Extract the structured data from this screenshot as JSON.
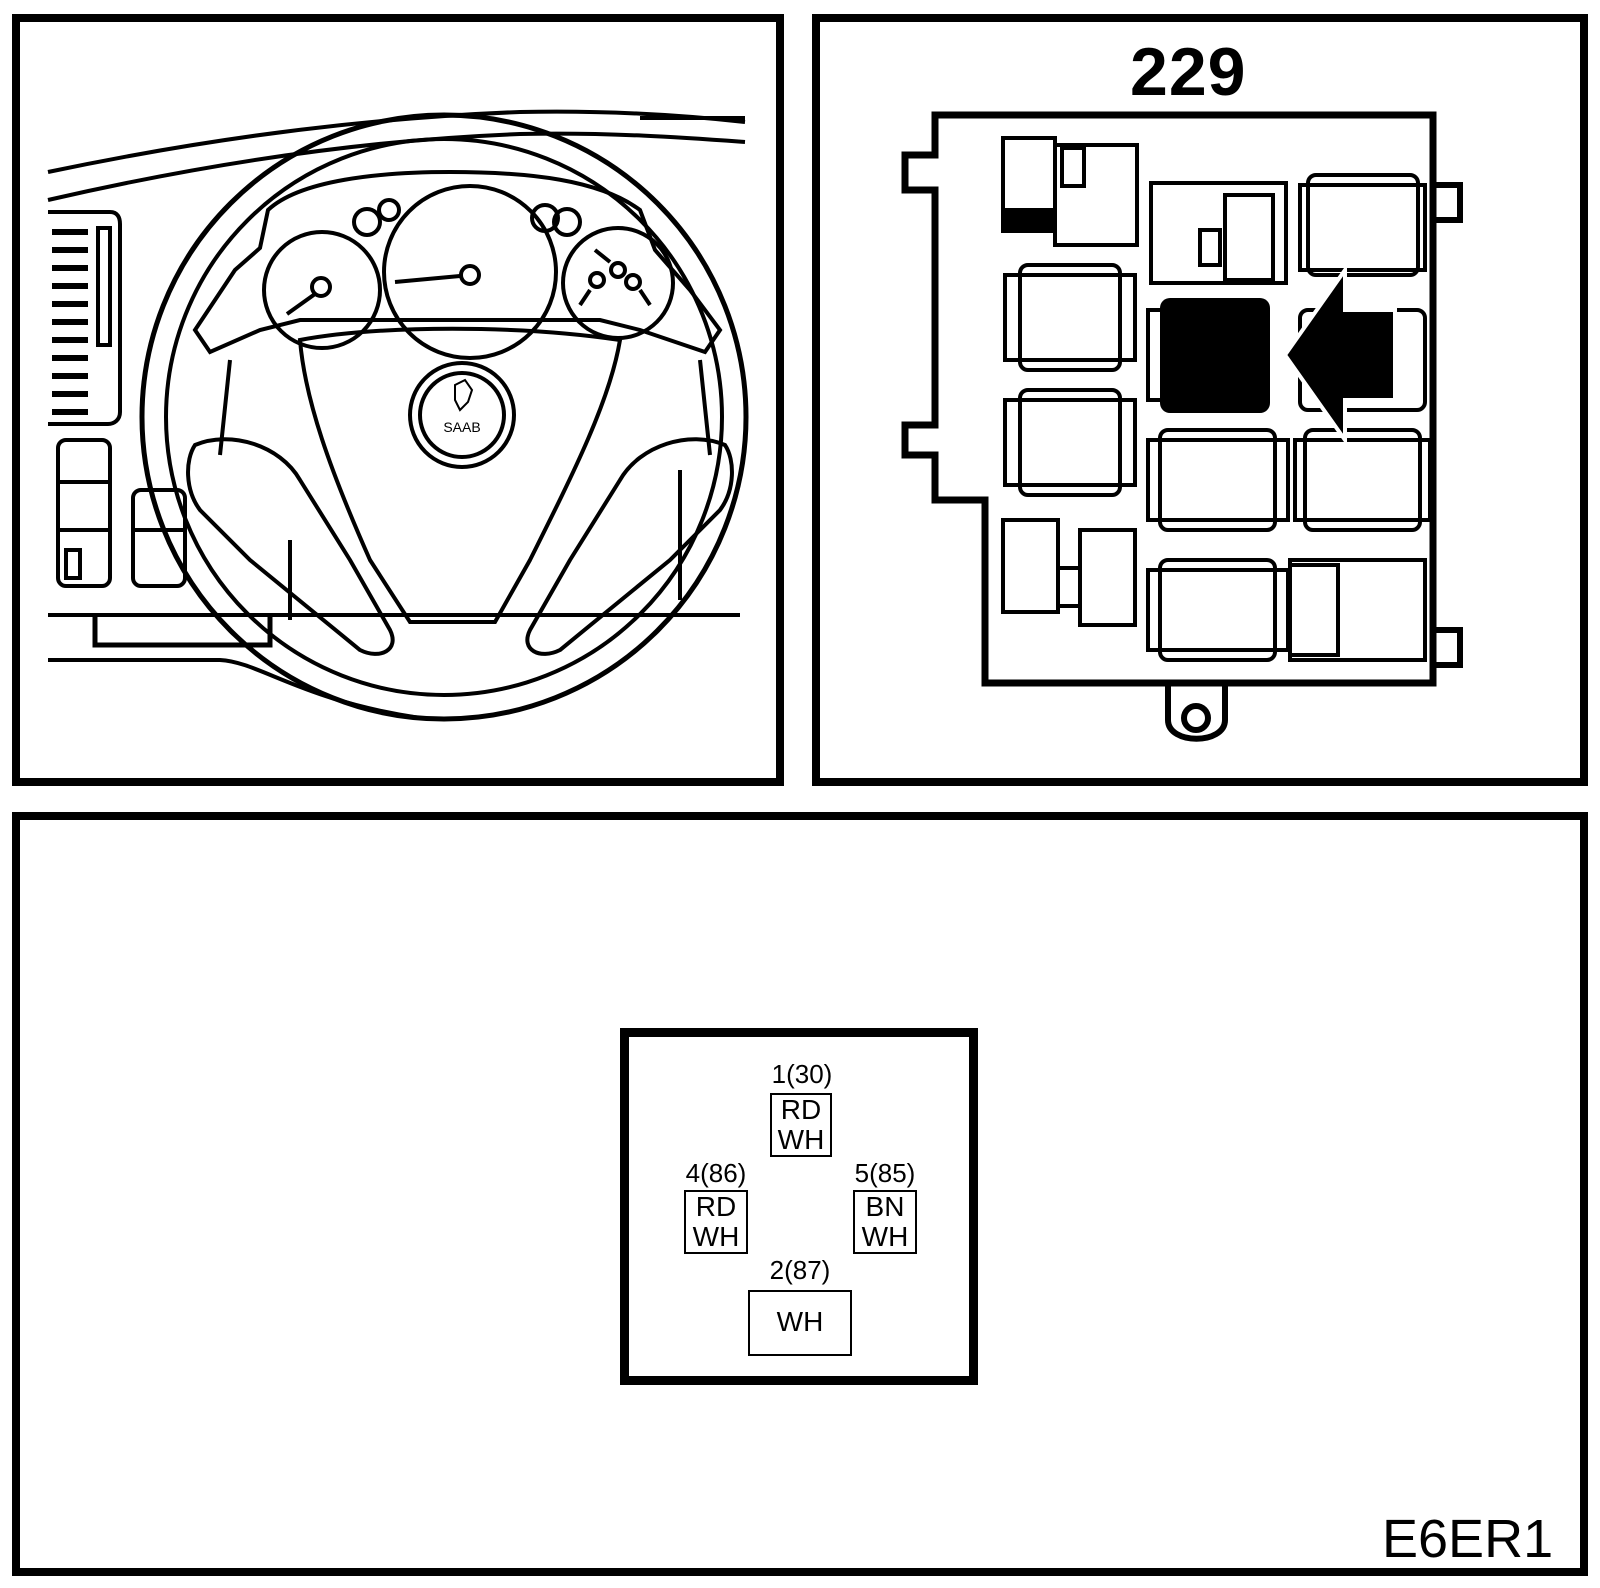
{
  "fuse_box": {
    "number": "229"
  },
  "connector": {
    "pins": [
      {
        "label": "1(30)",
        "colors": [
          "RD",
          "WH"
        ]
      },
      {
        "label": "4(86)",
        "colors": [
          "RD",
          "WH"
        ]
      },
      {
        "label": "5(85)",
        "colors": [
          "BN",
          "WH"
        ]
      },
      {
        "label": "2(87)",
        "colors": [
          "WH"
        ]
      }
    ]
  },
  "diagram_code": "E6ER1",
  "logo_text": "SAAB"
}
